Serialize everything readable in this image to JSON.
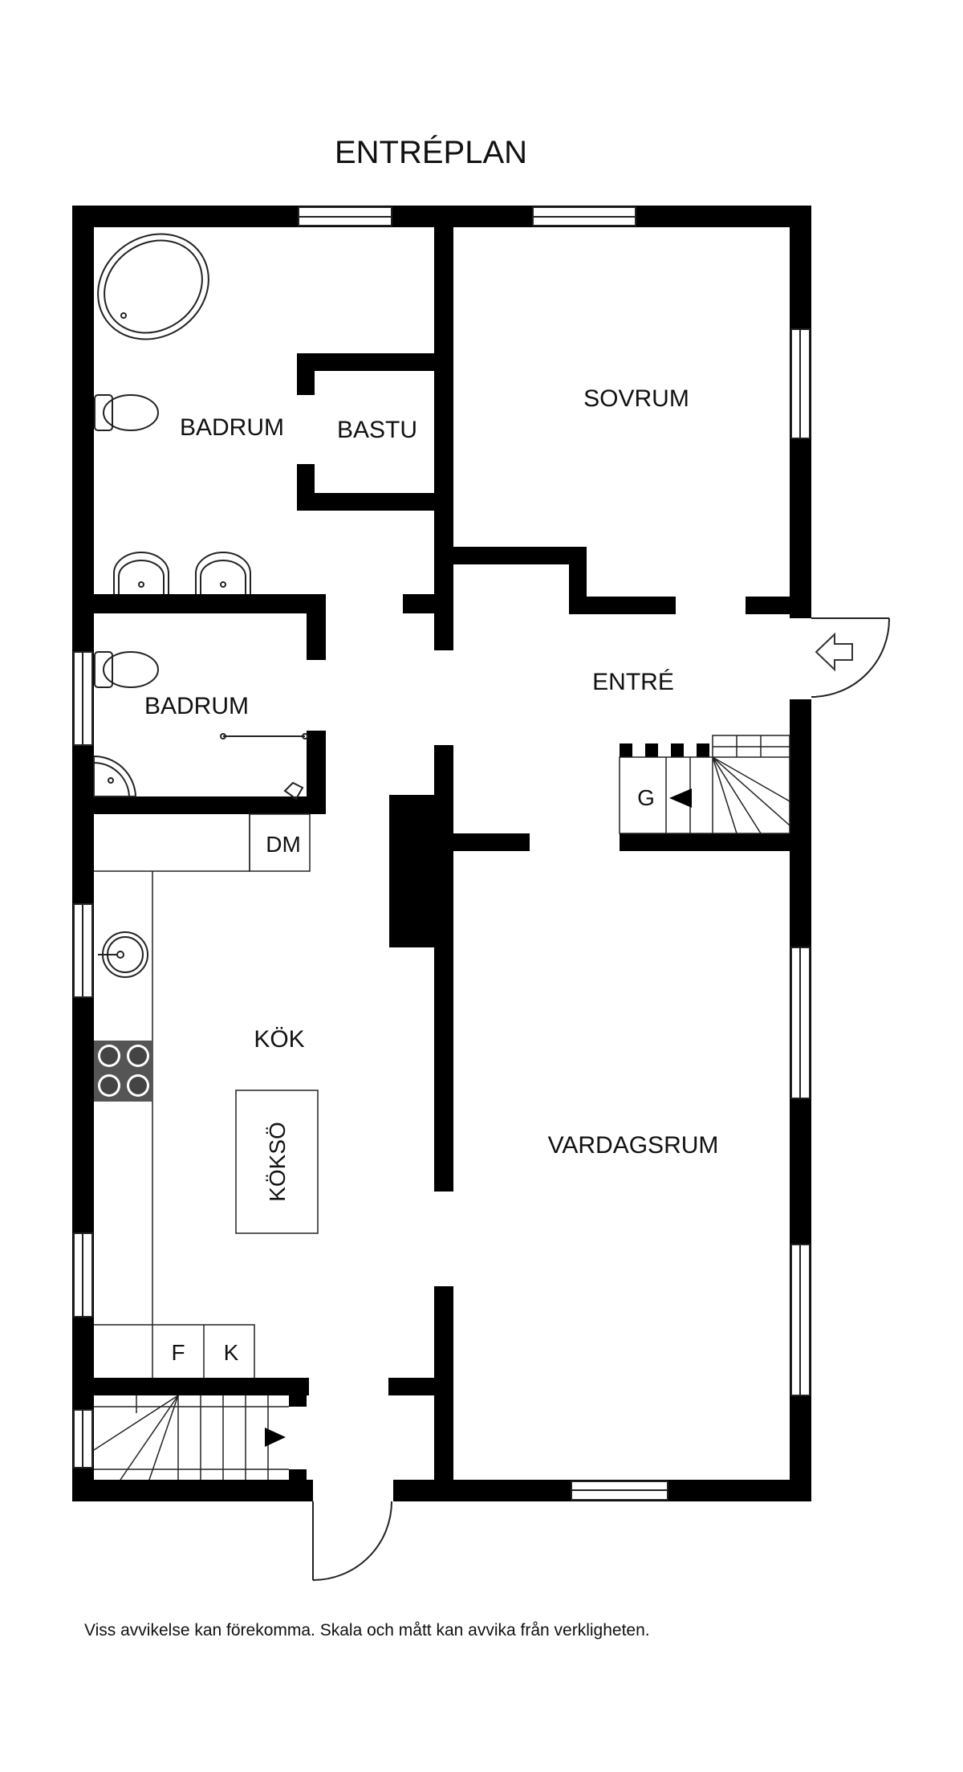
{
  "title": "ENTRÉPLAN",
  "rooms": {
    "badrum_upper": "BADRUM",
    "bastu": "BASTU",
    "sovrum": "SOVRUM",
    "badrum_lower": "BADRUM",
    "entre": "ENTRÉ",
    "g": "G",
    "dm": "DM",
    "kok": "KÖK",
    "kokso": "KÖKSÖ",
    "vardagsrum": "VARDAGSRUM",
    "f": "F",
    "k": "K"
  },
  "disclaimer": "Viss avvikelse kan förekomma. Skala och mått kan avvika från verkligheten.",
  "colors": {
    "wall": "#000000",
    "line": "#222222",
    "background": "#ffffff",
    "stove": "#555555"
  }
}
